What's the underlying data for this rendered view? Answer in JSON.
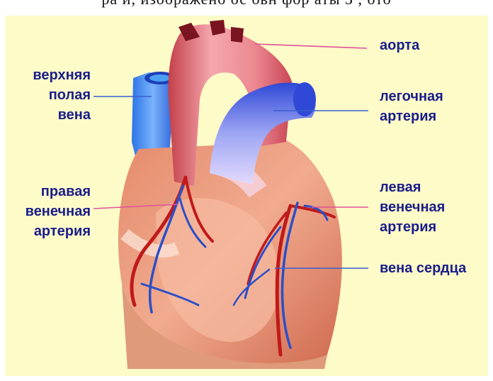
{
  "top_text": "ра    и,   изображено ос овн     фор  аты З  , ото",
  "colors": {
    "background": "#fdfbc8",
    "label_text": "#1a1d8a",
    "leader_pink": "#e0529c",
    "leader_blue": "#3a5fd0",
    "aorta": "#ee8a90",
    "vein_blue": "#3c7be6",
    "muscle": "#d8735a",
    "artery_red": "#c01a1a",
    "vein_dark_blue": "#2b4fc8"
  },
  "labels": {
    "aorta": "аорта",
    "superior_vena_cava": "верхняя\nполая\nвена",
    "pulmonary_artery": "легочная\nартерия",
    "right_coronary": "правая\nвенечная\nартерия",
    "left_coronary": "левая\nвенечная\nартерия",
    "cardiac_vein": "вена сердца"
  }
}
